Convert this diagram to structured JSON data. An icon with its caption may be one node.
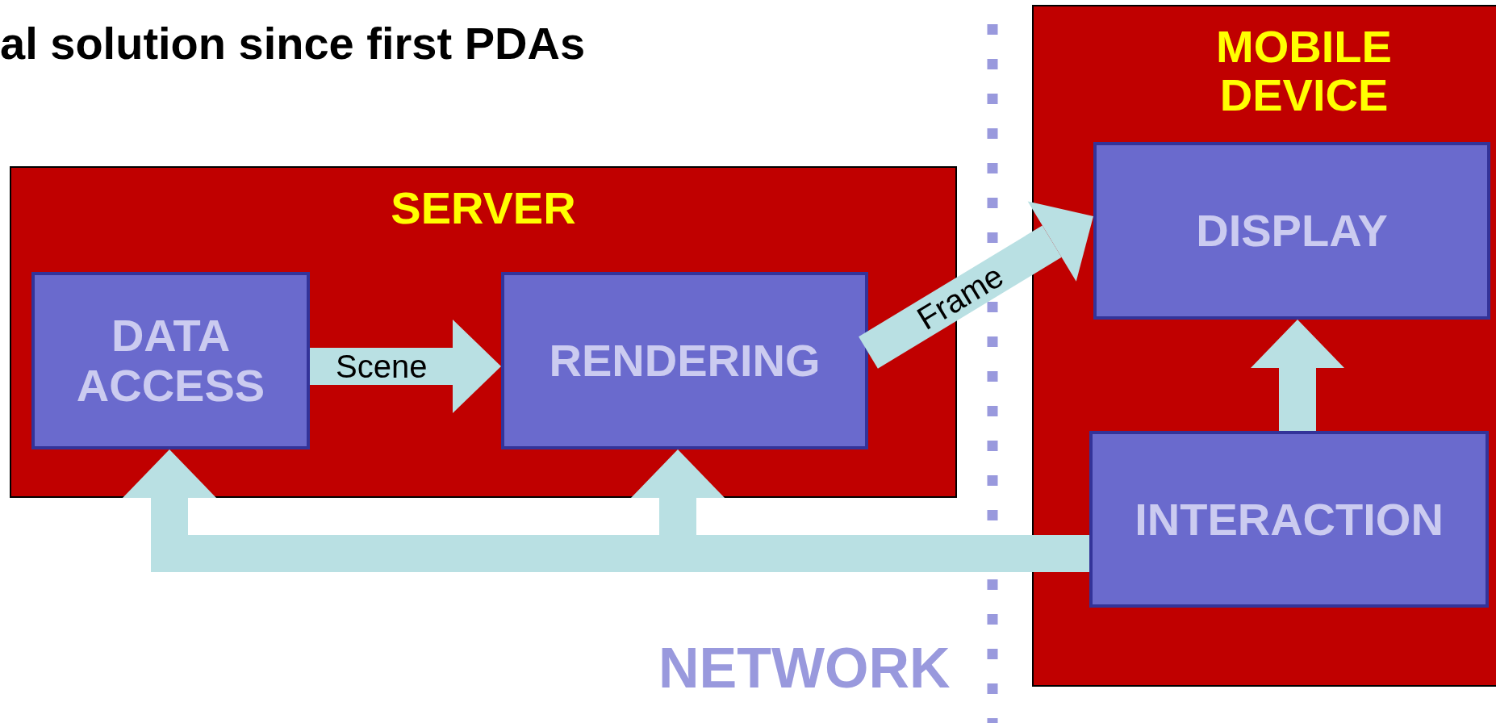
{
  "diagram": {
    "title": "al solution since first PDAs",
    "nodes": [
      {
        "text": [
          "SERVER"
        ]
      },
      {
        "text": [
          "DATA ACCESS"
        ],
        "in": 0
      },
      {
        "text": [
          "RENDERING"
        ],
        "in": 0
      },
      {
        "text": [
          "MOBILE DEVICE"
        ]
      },
      {
        "text": [
          "DISPLAY"
        ],
        "in": 3
      },
      {
        "text": [
          "INTERACTION"
        ],
        "in": 3
      }
    ],
    "edges": [
      {
        "from": 1,
        "to": 2,
        "arrow": "to",
        "label": "Scene"
      },
      {
        "from": 2,
        "to": 4,
        "arrow": "to",
        "label": "Frame"
      },
      {
        "from": 5,
        "to": 4,
        "arrow": "to"
      },
      {
        "from": 5,
        "to": 1,
        "arrow": "to"
      },
      {
        "from": 5,
        "to": 2,
        "arrow": "to"
      }
    ],
    "labels": [
      "NETWORK"
    ]
  }
}
